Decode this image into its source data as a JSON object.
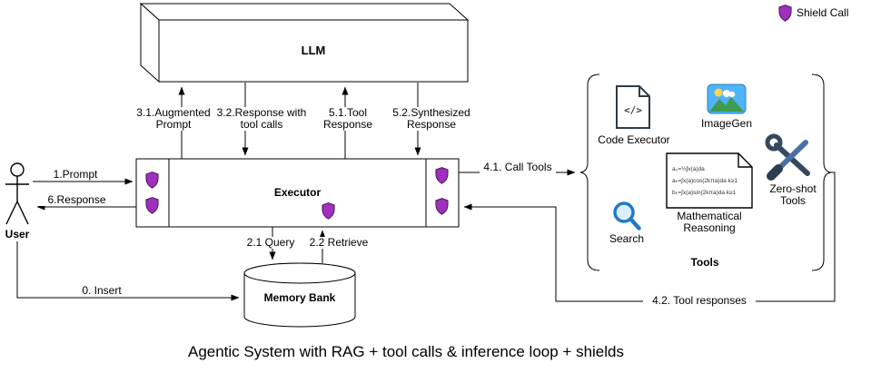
{
  "caption": "Agentic System with RAG + tool calls & inference loop + shields",
  "legend": {
    "shield_label": "Shield Call"
  },
  "nodes": {
    "llm_label": "LLM",
    "executor_label": "Executor",
    "user_label": "User",
    "memory_bank_label": "Memory Bank",
    "tools_group_label": "Tools"
  },
  "tools": {
    "code_executor_label": "Code Executor",
    "imagegen_label": "ImageGen",
    "search_label": "Search",
    "math_reasoning_label": "Mathematical Reasoning",
    "zero_shot_label": "Zero-shot Tools",
    "math_icon_lines": {
      "l1": "a₀=½∫x(a)da",
      "l2": "aₖ=∫x(a)cos(2kπa)da k≥1",
      "l3": "bₖ=∫x(a)sin(2kπa)da k≥1"
    }
  },
  "edges": {
    "prompt": "1.Prompt",
    "response": "6.Response",
    "insert": "0. Insert",
    "query": "2.1 Query",
    "retrieve": "2.2 Retrieve",
    "augmented_prompt": "3.1.Augmented Prompt",
    "response_with_tool_calls": "3.2.Response with tool calls",
    "tool_response": "5.1.Tool Response",
    "synthesized_response": "5.2.Synthesized Response",
    "call_tools": "4.1. Call Tools",
    "tool_responses": "4.2. Tool responses"
  },
  "colors": {
    "line": "#000000",
    "shield_fill": "#A02FBF",
    "shield_stroke": "#3D1147",
    "search_blue": "#1F7AC9",
    "image_blue": "#4FB3F6",
    "image_green": "#3E9B4F",
    "tool_dark": "#34495E"
  }
}
